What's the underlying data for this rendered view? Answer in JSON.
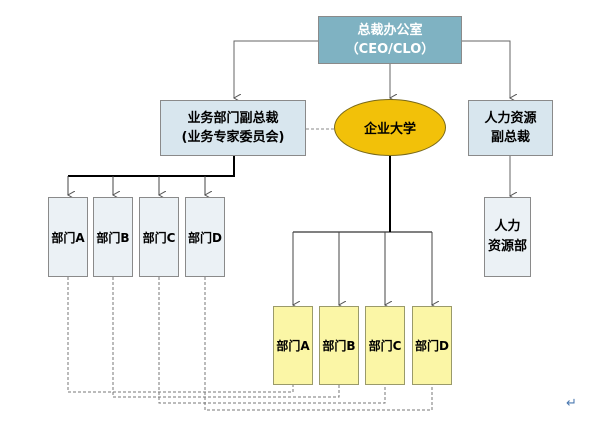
{
  "ceo": {
    "line1": "总裁办公室",
    "line2": "（CEO/CLO）"
  },
  "business_vp": {
    "line1": "业务部门副总裁",
    "line2": "(业务专家委员会)"
  },
  "university": {
    "label": "企业大学"
  },
  "hr_vp": {
    "line1": "人力资源",
    "line2": "副总裁"
  },
  "hr_dept": {
    "line1": "人力",
    "line2": "资源部"
  },
  "business_depts": [
    "部门A",
    "部门B",
    "部门C",
    "部门D"
  ],
  "university_depts": [
    "部门A",
    "部门B",
    "部门C",
    "部门D"
  ],
  "colors": {
    "ceo_fill": "#7fb2c2",
    "vp_fill": "#d8e6ee",
    "university_fill": "#f2c109",
    "yellow_dept_fill": "#fbf6a6",
    "gray_dept_fill": "#ebf1f5"
  },
  "return_mark": "↵"
}
